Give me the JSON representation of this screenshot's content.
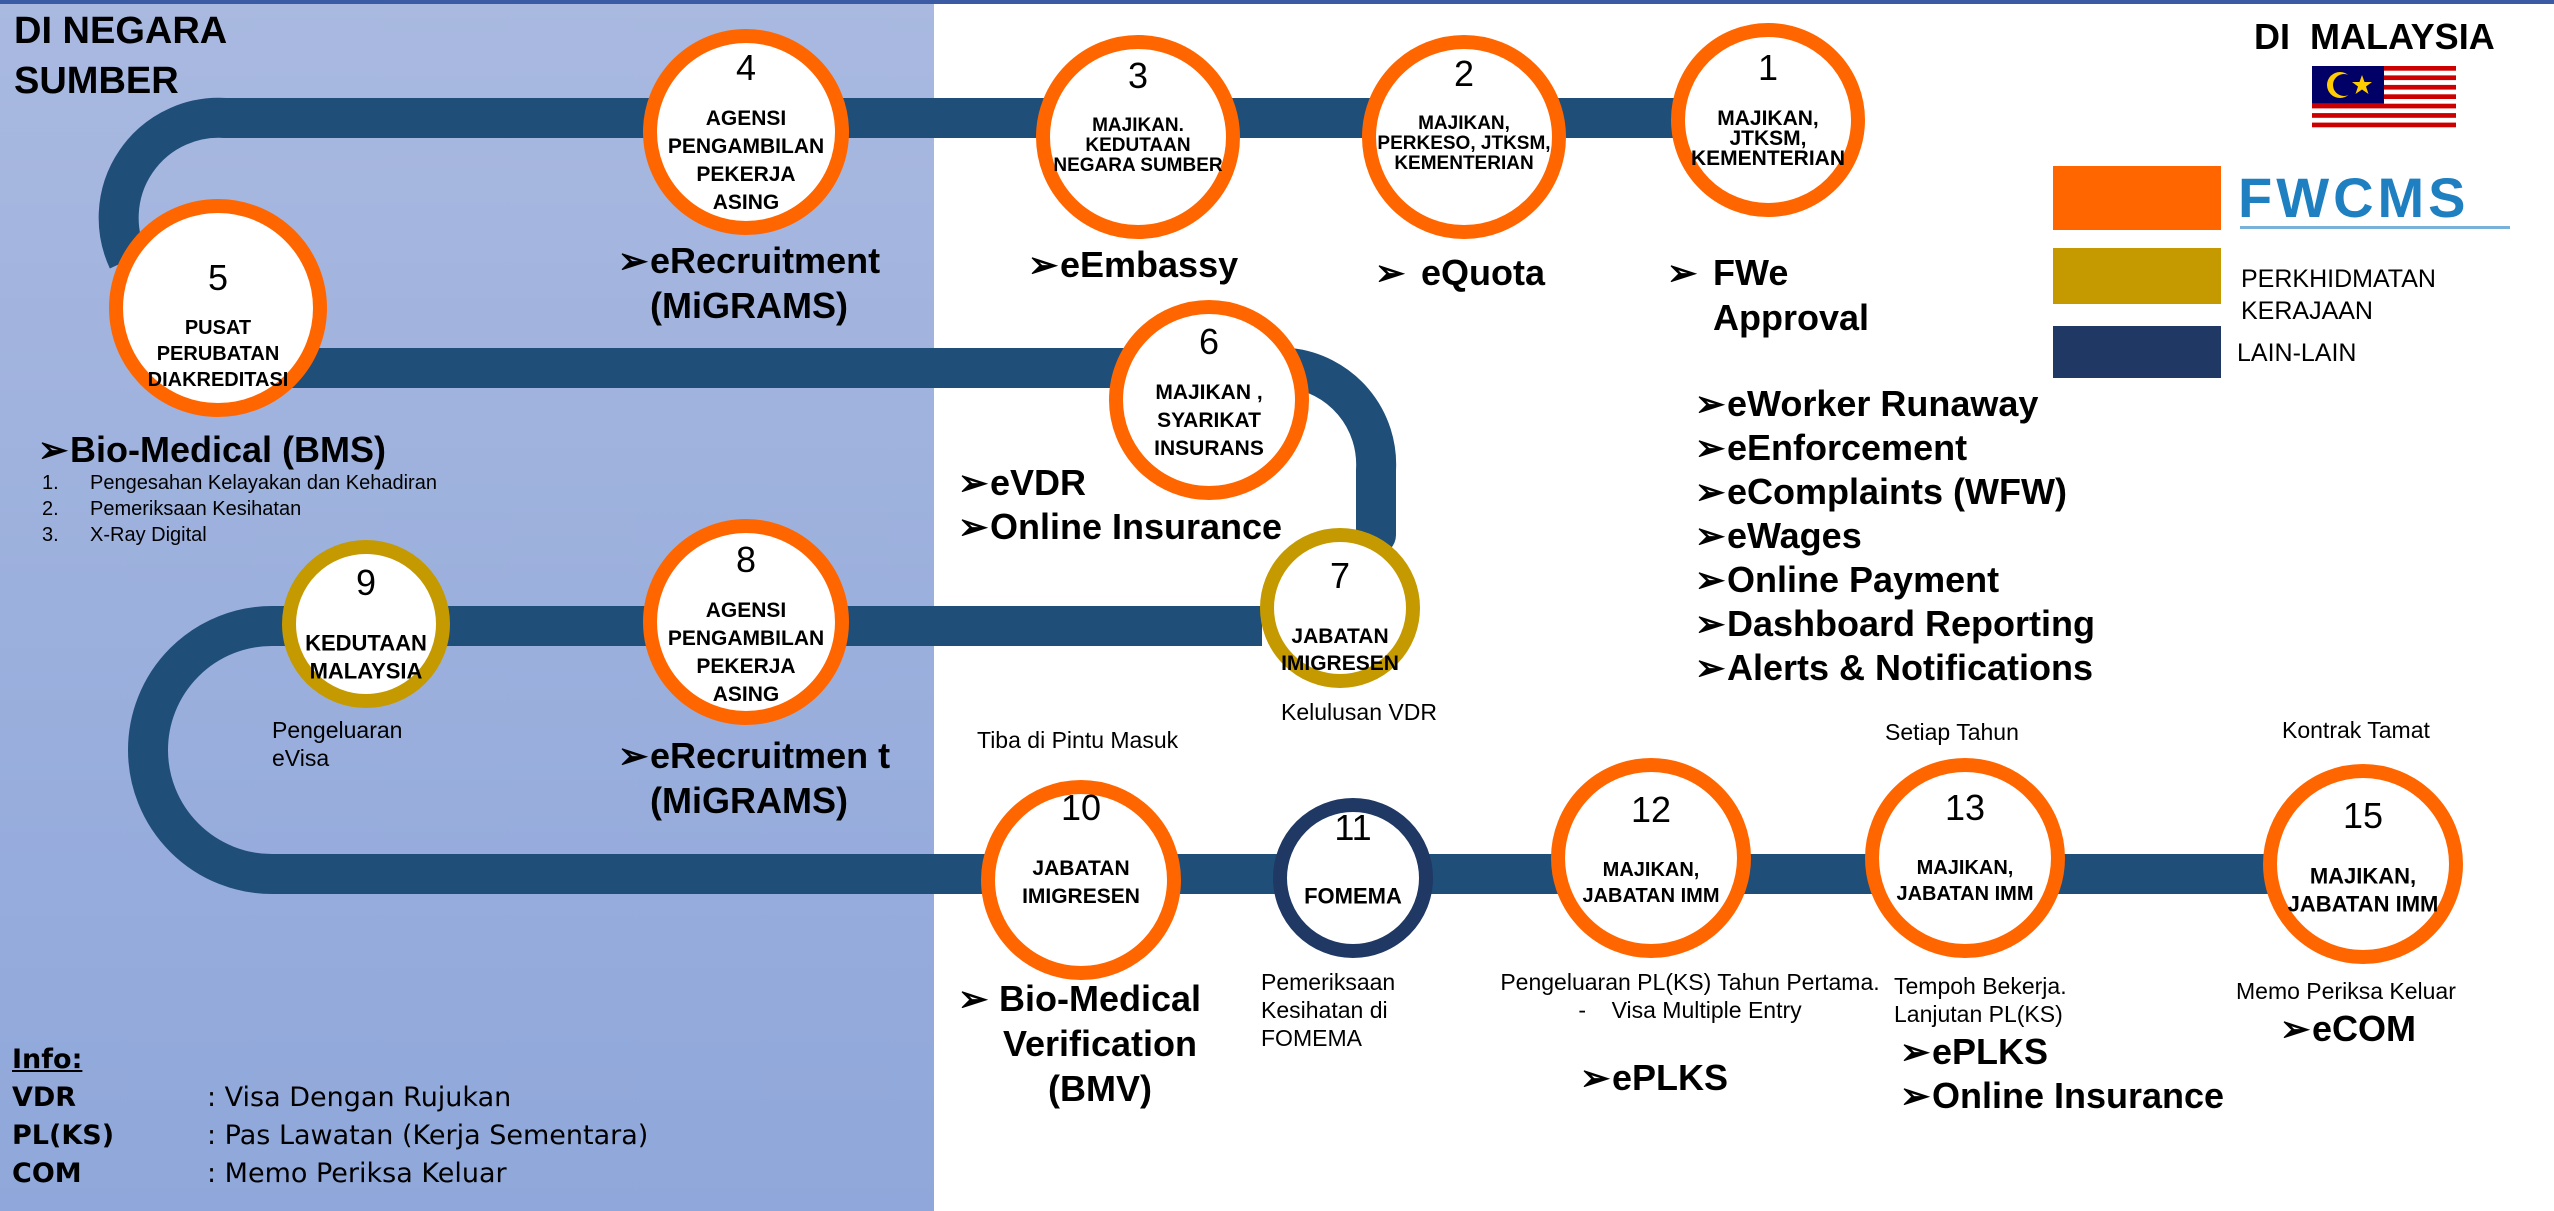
{
  "headers": {
    "negara_sumber": "DI NEGARA SUMBER",
    "malaysia": "DI MALAYSIA"
  },
  "legend": {
    "fwcms_logo_text": "FWCMS",
    "items": [
      {
        "label": "",
        "color": "#FF6600"
      },
      {
        "label": "PERKHIDMATAN KERAJAAN",
        "color": "#C49A00"
      },
      {
        "label": "LAIN-LAIN",
        "color": "#1F3864"
      }
    ]
  },
  "colors": {
    "path": "#1F4E79",
    "fwcms": "#FF6600",
    "kerajaan": "#C49A00",
    "lain": "#1F3864",
    "left_panel_top": "#A9B9E0",
    "left_panel_bottom": "#8FA7DA"
  },
  "nodes": [
    {
      "num": "1",
      "label": "MAJIKAN, JTKSM, KEMENTERIAN",
      "kind": "fwcms"
    },
    {
      "num": "2",
      "label": "MAJIKAN, PERKESO, JTKSM, KEMENTERIAN",
      "kind": "fwcms"
    },
    {
      "num": "3",
      "label": "MAJIKAN. KEDUTAAN NEGARA SUMBER",
      "kind": "fwcms"
    },
    {
      "num": "4",
      "label": "AGENSI PENGAMBILAN PEKERJA ASING",
      "kind": "fwcms"
    },
    {
      "num": "5",
      "label": "PUSAT PERUBATAN DIAKREDITASI",
      "kind": "fwcms"
    },
    {
      "num": "6",
      "label": "MAJIKAN , SYARIKAT INSURANS",
      "kind": "fwcms"
    },
    {
      "num": "7",
      "label": "JABATAN IMIGRESEN",
      "kind": "kerajaan"
    },
    {
      "num": "8",
      "label": "AGENSI PENGAMBILAN PEKERJA ASING",
      "kind": "fwcms"
    },
    {
      "num": "9",
      "label": "KEDUTAAN MALAYSIA",
      "kind": "kerajaan"
    },
    {
      "num": "10",
      "label": "JABATAN IMIGRESEN",
      "kind": "fwcms"
    },
    {
      "num": "11",
      "label": "FOMEMA",
      "kind": "lain"
    },
    {
      "num": "12",
      "label": "MAJIKAN, JABATAN IMM",
      "kind": "fwcms"
    },
    {
      "num": "13",
      "label": "MAJIKAN, JABATAN IMM",
      "kind": "fwcms"
    },
    {
      "num": "15",
      "label": "MAJIKAN, JABATAN IMM",
      "kind": "fwcms"
    }
  ],
  "systems": {
    "s1": "FWe Approval",
    "s2": "eQuota",
    "s3": "eEmbassy",
    "s4": "eRecruitment (MiGRAMS)",
    "s5": "Bio-Medical (BMS)",
    "s6": [
      "eVDR",
      "Online Insurance"
    ],
    "s8": "eRecruitmen t (MiGRAMS)",
    "s10": "Bio-Medical Verification (BMV)",
    "s12": "ePLKS",
    "s13": [
      "ePLKS",
      "Online Insurance"
    ],
    "s15": "eCOM",
    "malaysia_list": [
      "eWorker Runaway",
      "eEnforcement",
      "eComplaints (WFW)",
      "eWages",
      "Online Payment",
      "Dashboard Reporting",
      "Alerts & Notifications"
    ]
  },
  "bms_list": [
    {
      "n": "1.",
      "text": "Pengesahan Kelayakan dan Kehadiran"
    },
    {
      "n": "2.",
      "text": "Pemeriksaan Kesihatan"
    },
    {
      "n": "3.",
      "text": "X-Ray Digital"
    }
  ],
  "notes": {
    "pengeluaran_evisa": "Pengeluaran eVisa",
    "kelulusan_vdr": "Kelulusan VDR",
    "tiba": "Tiba di Pintu Masuk",
    "fomema": "Pemeriksaan Kesihatan di FOMEMA",
    "n12_line1": "Pengeluaran PL(KS) Tahun Pertama.",
    "n12_line2": "-    Visa Multiple Entry",
    "setiap_tahun": "Setiap Tahun",
    "n13": "Tempoh Bekerja. Lanjutan PL(KS)",
    "kontrak_tamat": "Kontrak Tamat",
    "memo": "Memo Periksa Keluar"
  },
  "info": {
    "title": "Info:",
    "rows": [
      {
        "key": "VDR",
        "value": ": Visa Dengan Rujukan"
      },
      {
        "key": "PL(KS)",
        "value": ": Pas Lawatan (Kerja Sementara)"
      },
      {
        "key": "COM",
        "value": ": Memo Periksa Keluar"
      }
    ]
  }
}
